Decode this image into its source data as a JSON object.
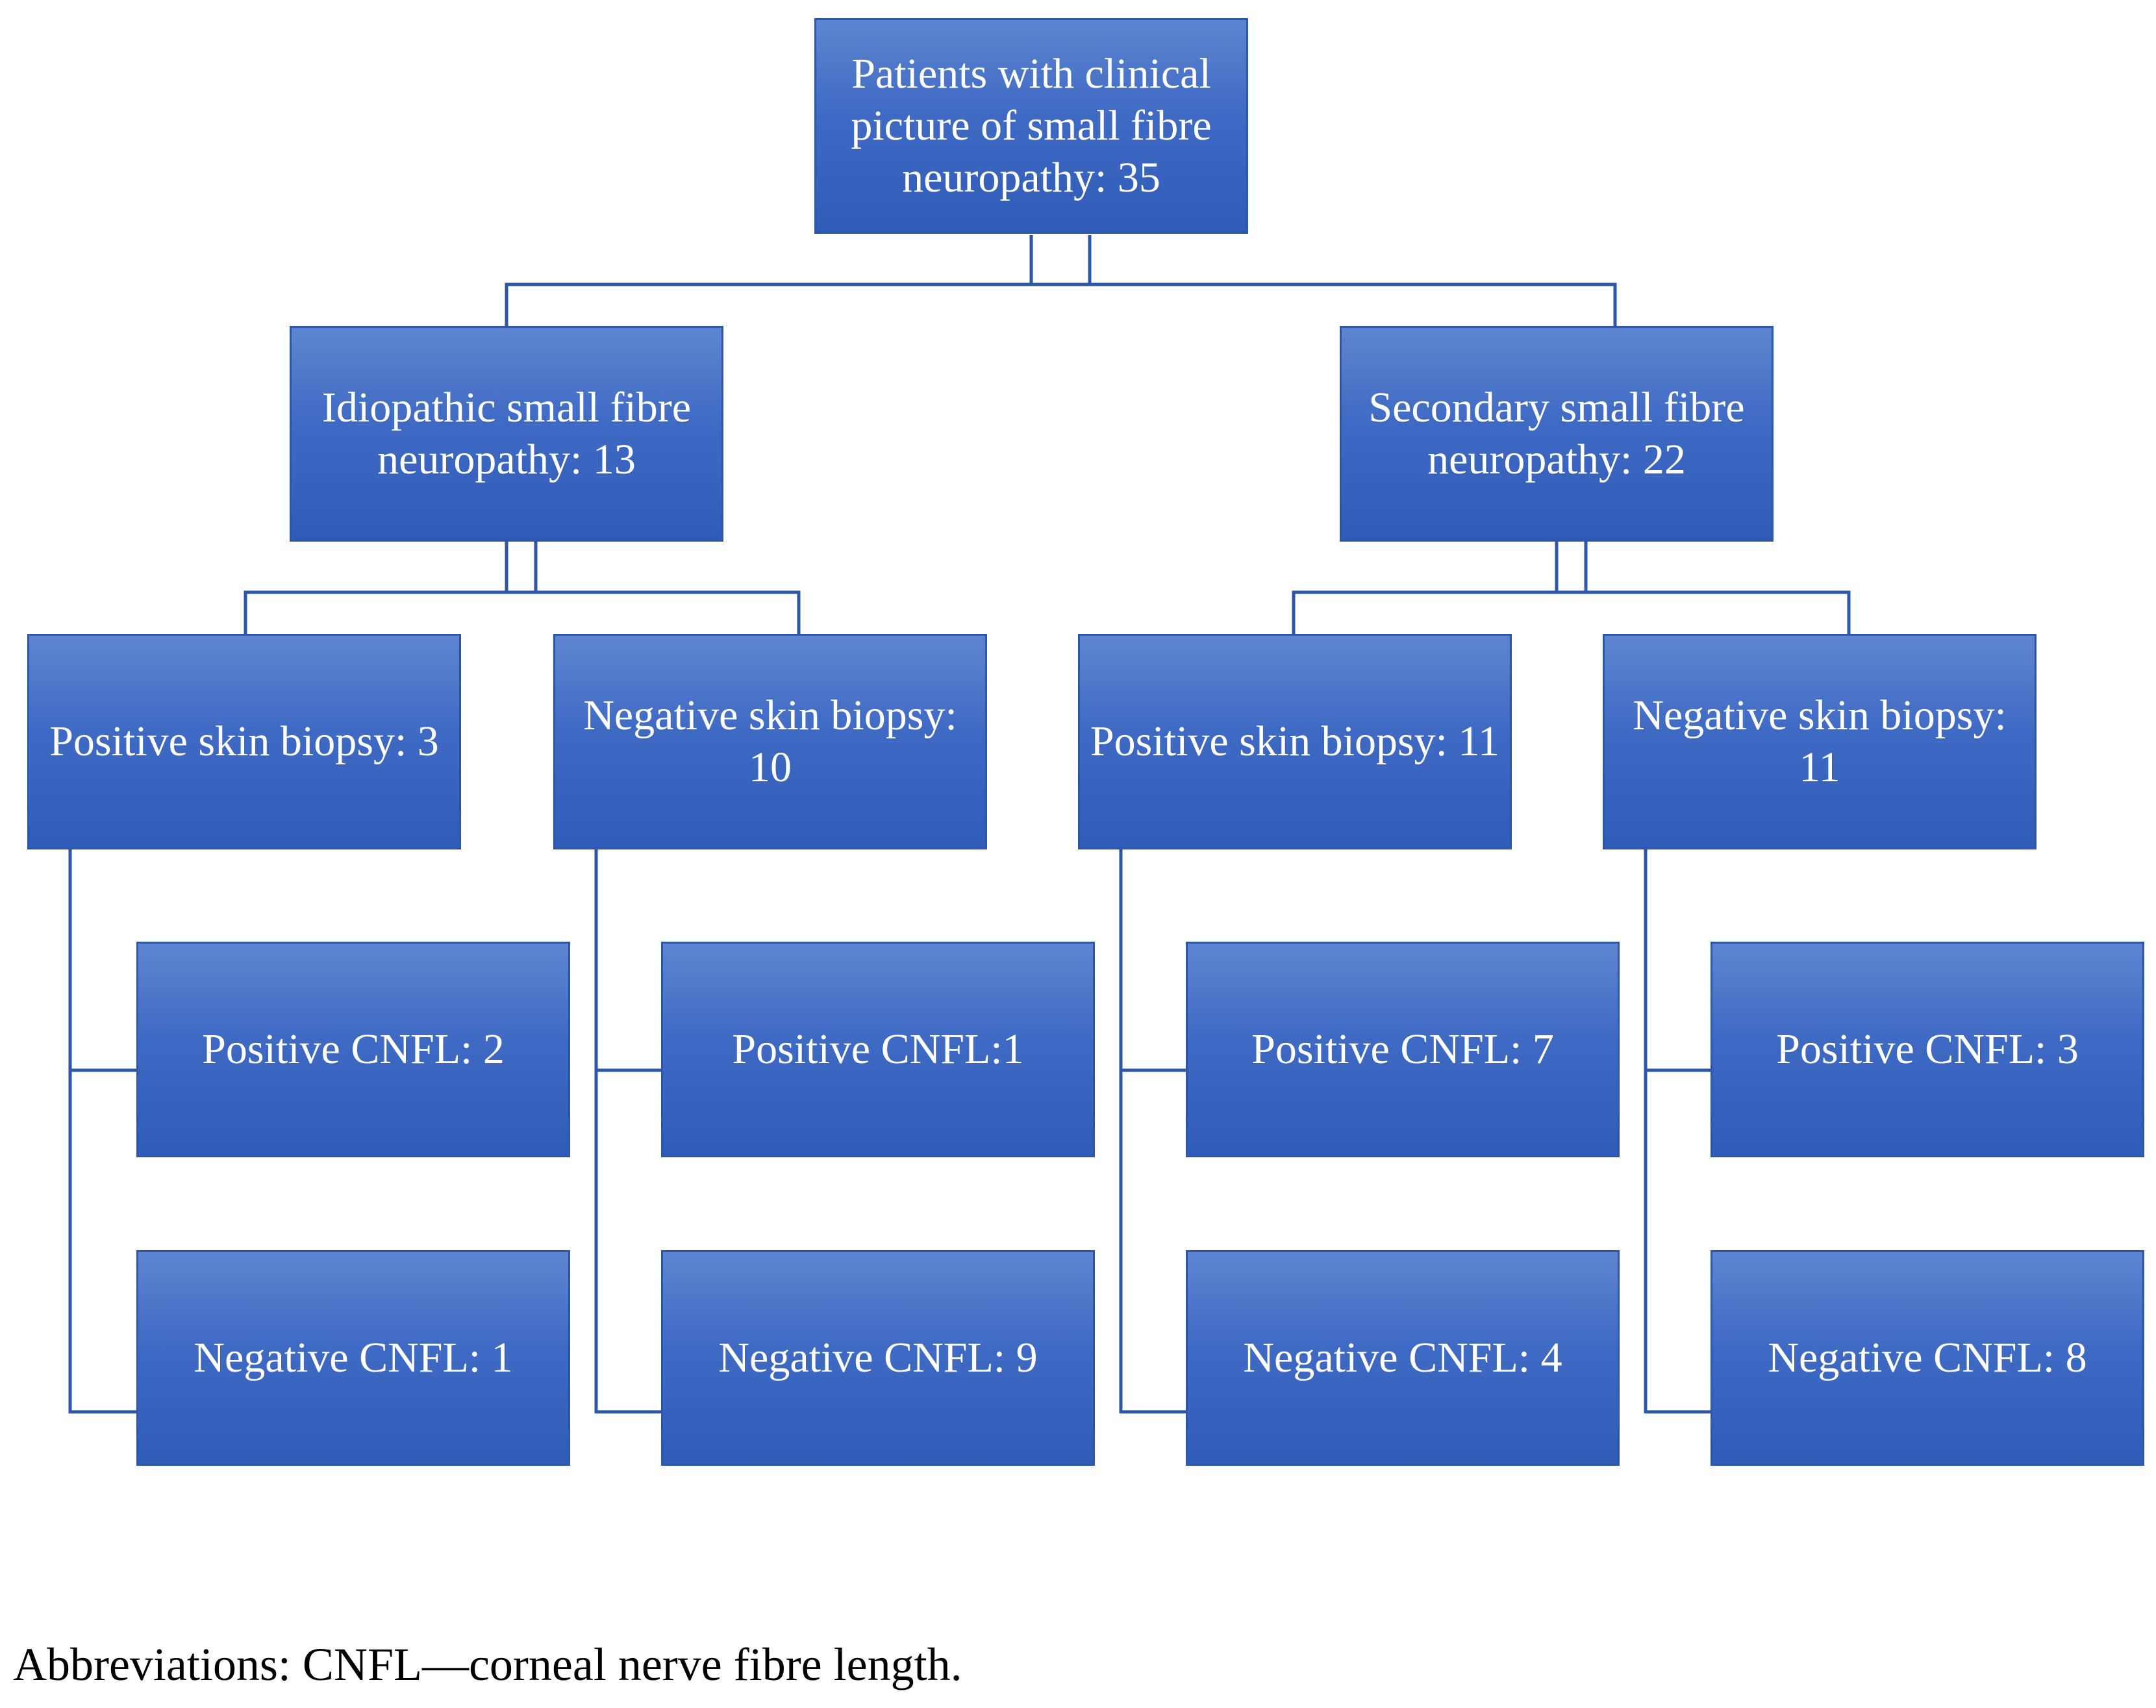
{
  "nodes": {
    "root": "Patients with clinical picture of small fibre neuropathy: 35",
    "idiopathic": "Idiopathic small fibre neuropathy: 13",
    "secondary": "Secondary small fibre neuropathy: 22",
    "idio_pos_biopsy": "Positive skin biopsy: 3",
    "idio_neg_biopsy": "Negative skin biopsy: 10",
    "sec_pos_biopsy": "Positive skin biopsy: 11",
    "sec_neg_biopsy": "Negative skin biopsy: 11",
    "idio_pos_biopsy_pos_cnfl": "Positive CNFL: 2",
    "idio_pos_biopsy_neg_cnfl": "Negative CNFL: 1",
    "idio_neg_biopsy_pos_cnfl": "Positive CNFL:1",
    "idio_neg_biopsy_neg_cnfl": "Negative CNFL: 9",
    "sec_pos_biopsy_pos_cnfl": "Positive CNFL: 7",
    "sec_pos_biopsy_neg_cnfl": "Negative CNFL: 4",
    "sec_neg_biopsy_pos_cnfl": "Positive CNFL: 3",
    "sec_neg_biopsy_neg_cnfl": "Negative CNFL: 8"
  },
  "caption": "Abbreviations: CNFL—corneal nerve fibre length.",
  "colors": {
    "box_top": "#5e85d0",
    "box_bottom": "#2f5cb8",
    "line": "#2e56a8"
  }
}
